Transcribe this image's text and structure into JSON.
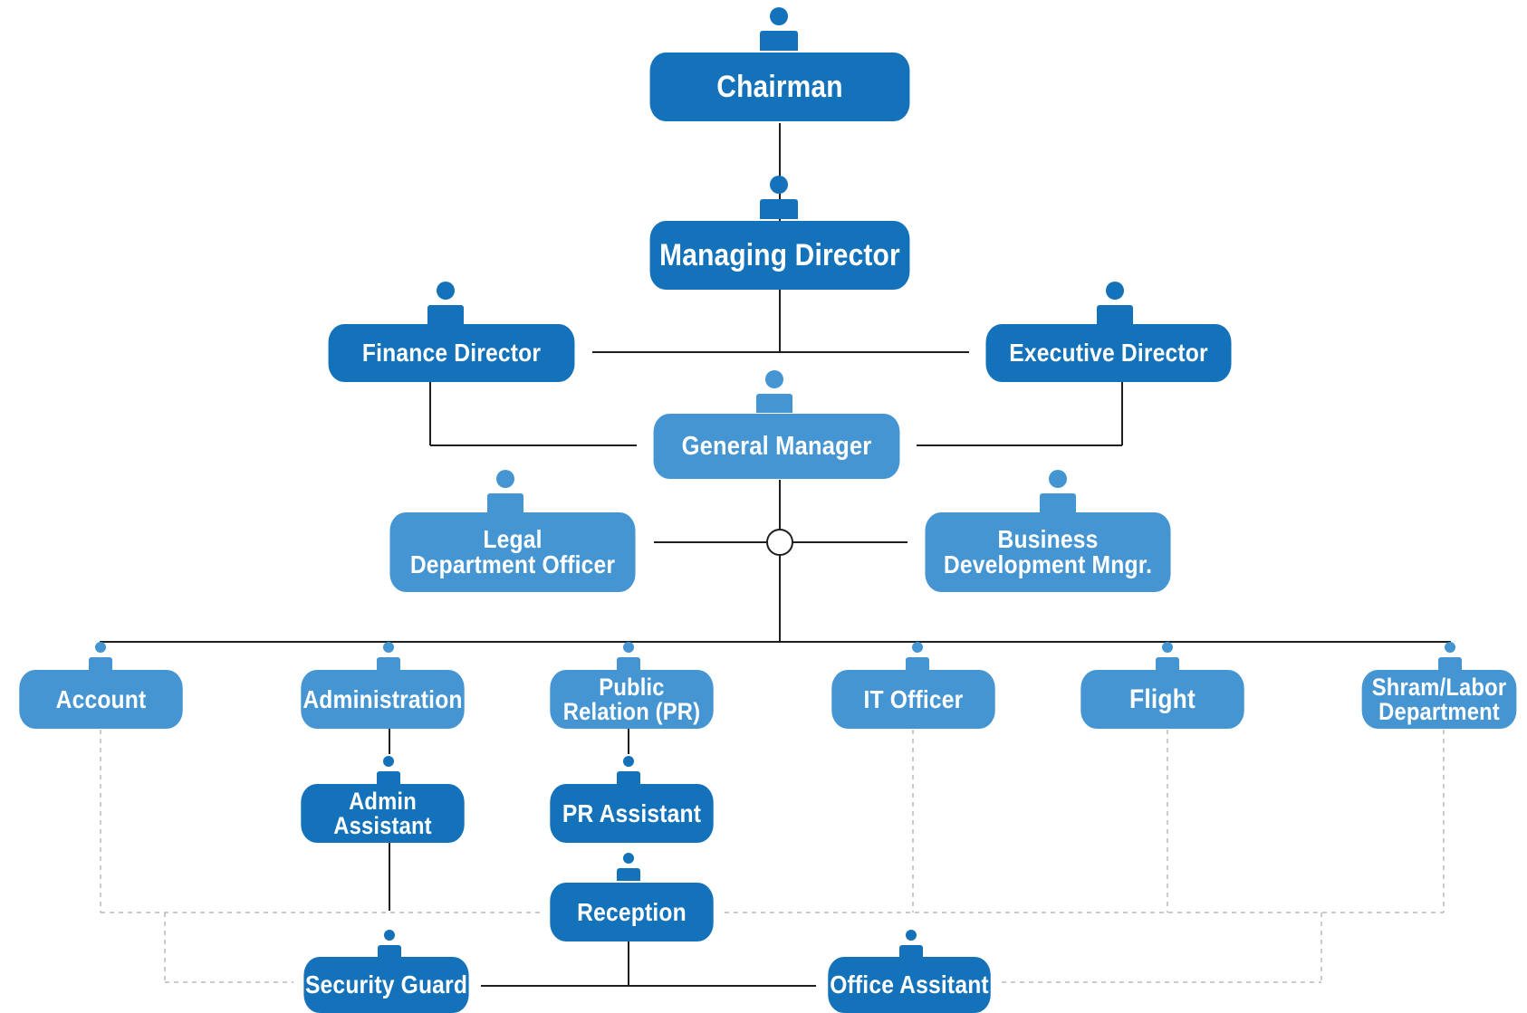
{
  "colors": {
    "dark_box": "#1472bb",
    "light_box": "#4595d3",
    "solid_line": "#1f1f1f",
    "dashed_line": "#b8b8b8"
  },
  "icon": "person-icon",
  "nodes": {
    "chairman": "Chairman",
    "managing_director": "Managing Director",
    "finance_director": "Finance Director",
    "executive_director": "Executive Director",
    "general_manager": "General Manager",
    "legal_department_officer": "Legal\nDepartment Officer",
    "business_development_manager": "Business\nDevelopment Mngr.",
    "account": "Account",
    "administration": "Administration",
    "public_relation": "Public\nRelation (PR)",
    "it_officer": "IT Officer",
    "flight": "Flight",
    "shram_labor_department": "Shram/Labor\nDepartment",
    "admin_assistant": "Admin\nAssistant",
    "pr_assistant": "PR Assistant",
    "reception": "Reception",
    "security_guard": "Security Guard",
    "office_assistant": "Office Assitant"
  }
}
